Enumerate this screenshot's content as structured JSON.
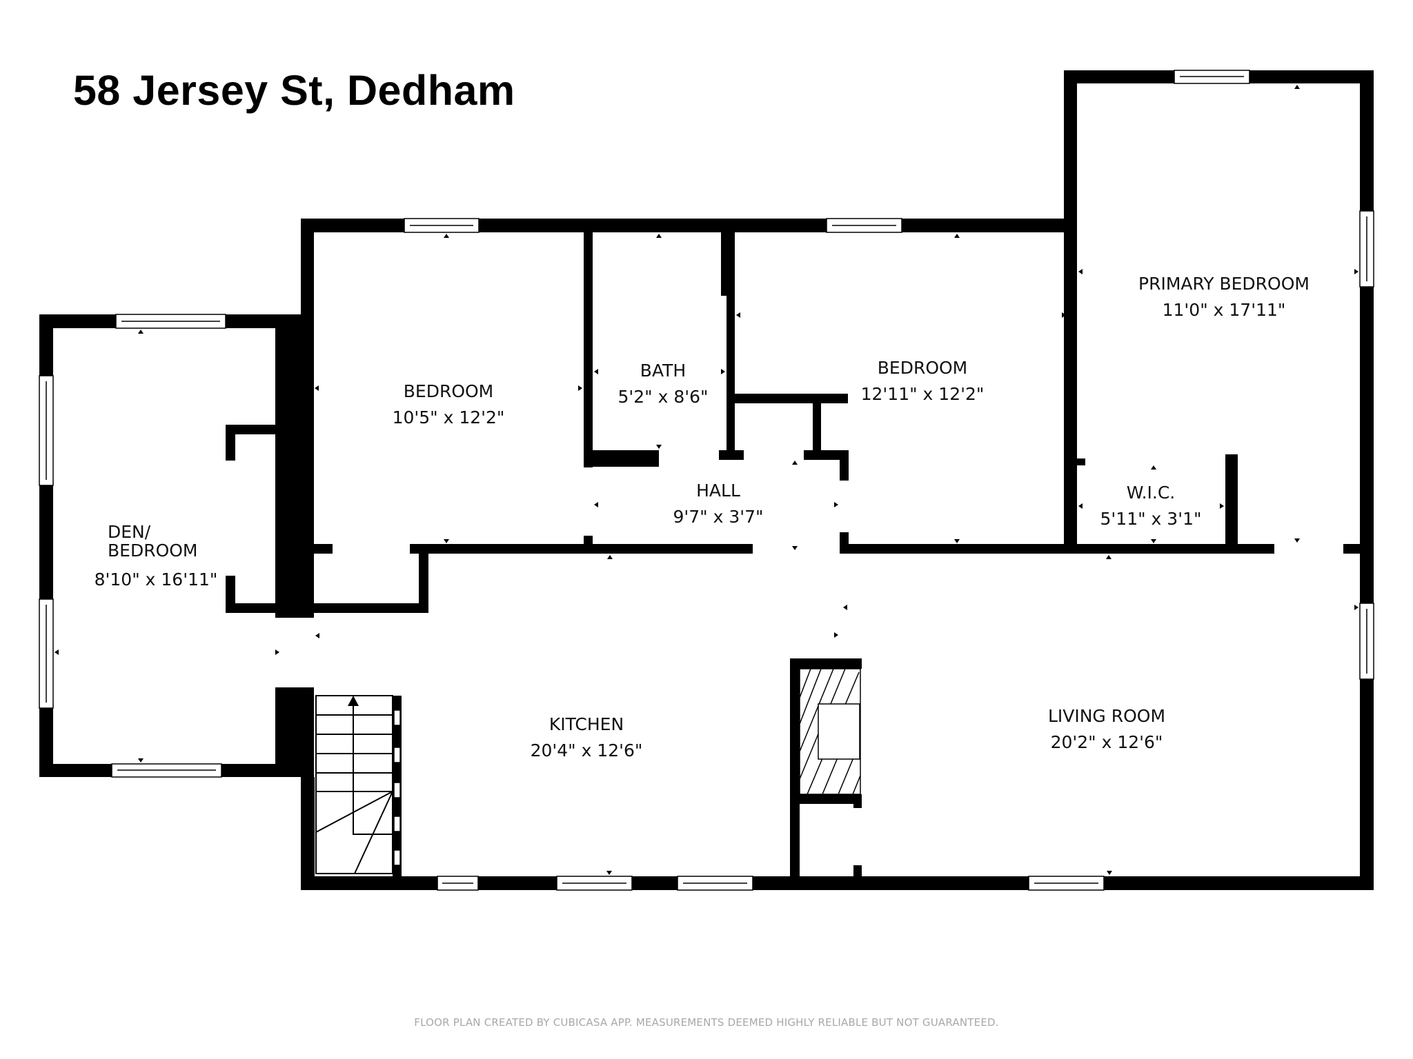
{
  "header": {
    "title": "58 Jersey St, Dedham"
  },
  "rooms": [
    {
      "id": "den",
      "name_line1": "DEN/",
      "name_line2": "BEDROOM",
      "dims": "8'10\" x 16'11\""
    },
    {
      "id": "bedroom-1",
      "name": "BEDROOM",
      "dims": "10'5\" x 12'2\""
    },
    {
      "id": "bath",
      "name": "BATH",
      "dims": "5'2\" x 8'6\""
    },
    {
      "id": "bedroom-2",
      "name": "BEDROOM",
      "dims": "12'11\" x 12'2\""
    },
    {
      "id": "primary-bedroom",
      "name": "PRIMARY BEDROOM",
      "dims": "11'0\" x 17'11\""
    },
    {
      "id": "hall",
      "name": "HALL",
      "dims": "9'7\" x 3'7\""
    },
    {
      "id": "wic",
      "name": "W.I.C.",
      "dims": "5'11\" x 3'1\""
    },
    {
      "id": "kitchen",
      "name": "KITCHEN",
      "dims": "20'4\" x 12'6\""
    },
    {
      "id": "living-room",
      "name": "LIVING ROOM",
      "dims": "20'2\" x 12'6\""
    }
  ],
  "footer": {
    "disclaimer": "FLOOR PLAN CREATED BY CUBICASA APP. MEASUREMENTS DEEMED HIGHLY RELIABLE BUT NOT GUARANTEED."
  },
  "colors": {
    "wall": "#000000",
    "background": "#ffffff",
    "footer_text": "#a8a8a8"
  },
  "icons": {
    "stairs": "stairs-up-arrow-icon",
    "fireplace": "fireplace-hatch-icon",
    "window": "window-icon",
    "dimension_marker": "triangle-marker-icon"
  }
}
